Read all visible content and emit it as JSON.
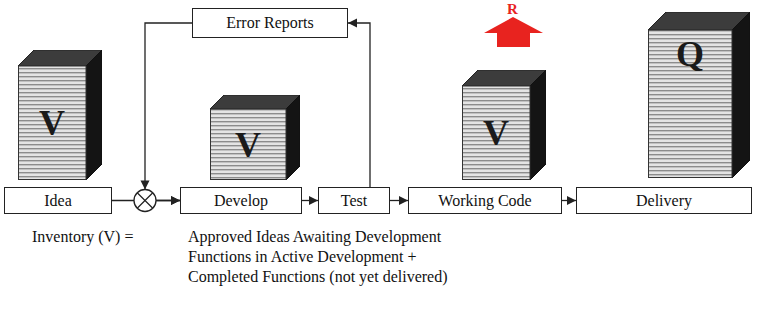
{
  "diagram": {
    "nodes": [
      {
        "text": [
          "Error Reports"
        ]
      },
      {
        "text": [
          "V"
        ]
      },
      {
        "text": [
          "V"
        ]
      },
      {
        "text": [
          "V"
        ]
      },
      {
        "text": [
          "Q"
        ]
      },
      {
        "text": [
          "Idea"
        ]
      },
      {
        "text": [
          "Develop"
        ]
      },
      {
        "text": [
          "Test"
        ]
      },
      {
        "text": [
          "Working Code"
        ]
      },
      {
        "text": [
          "Delivery"
        ]
      }
    ],
    "edges": [
      {
        "from": 5,
        "to": 6,
        "arrow": "to"
      },
      {
        "from": 0,
        "to": 6,
        "arrow": "to"
      },
      {
        "from": 6,
        "to": 7,
        "arrow": "to"
      },
      {
        "from": 7,
        "to": 0,
        "arrow": "to"
      },
      {
        "from": 7,
        "to": 8,
        "arrow": "to"
      },
      {
        "from": 8,
        "to": 9,
        "arrow": "to"
      }
    ],
    "labels": [
      "R",
      "Inventory (V) =",
      "Approved Ideas Awaiting Development",
      "Functions in Active Development +",
      "Completed Functions (not yet delivered)"
    ]
  }
}
